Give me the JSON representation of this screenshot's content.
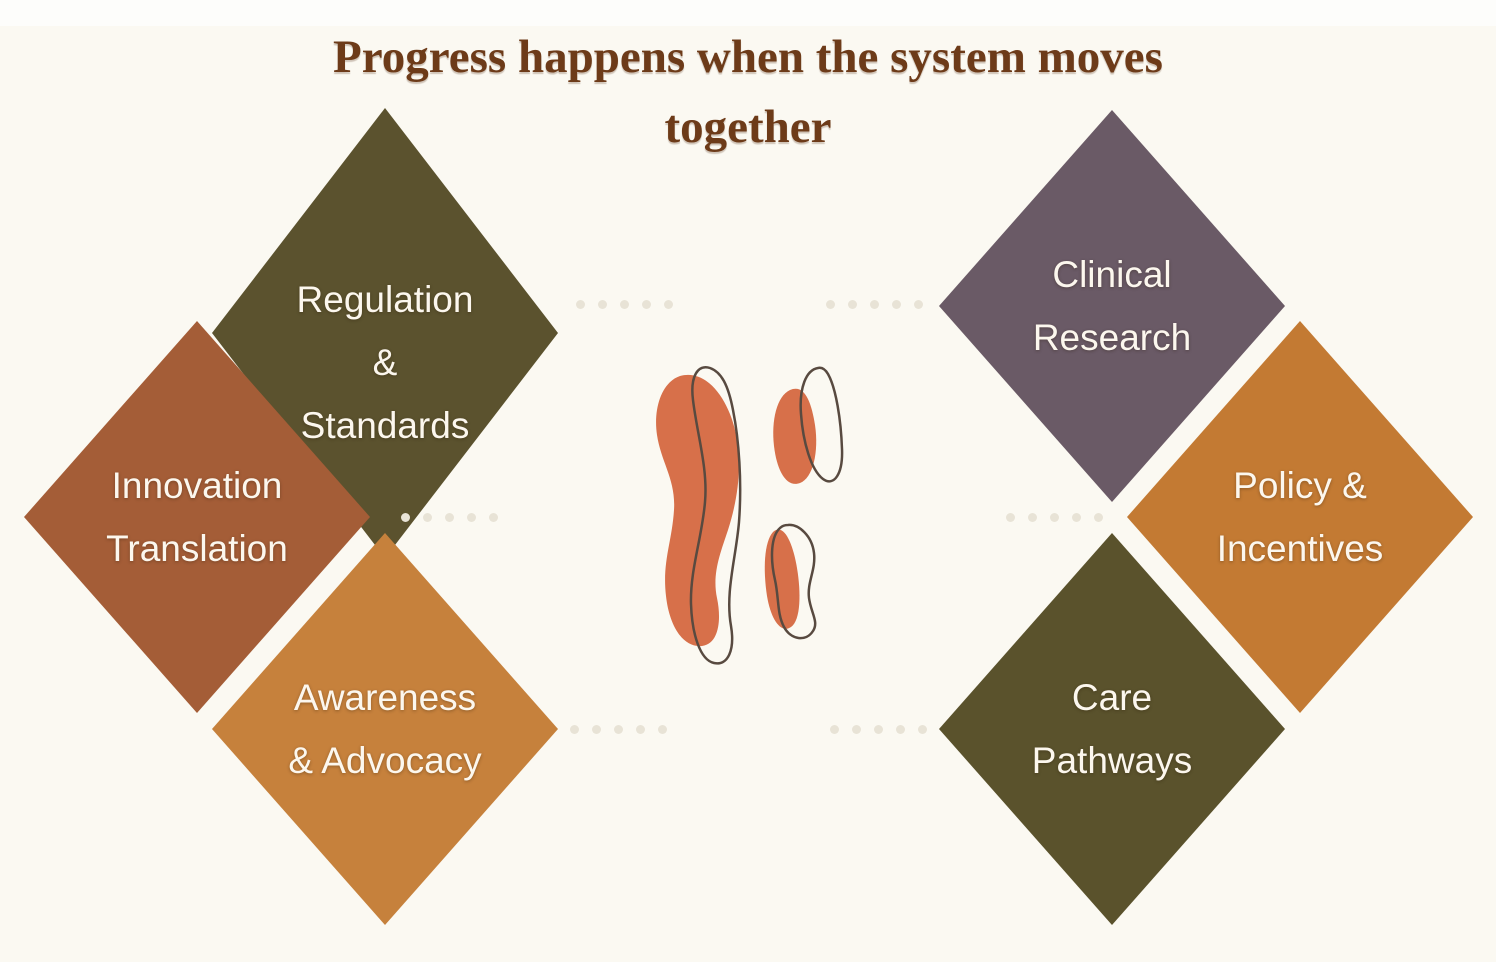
{
  "title": {
    "line1": "Progress happens when the system moves",
    "line2": "together",
    "color": "#6d3b19"
  },
  "background_color": "#fbf9f2",
  "diamonds": [
    {
      "name": "regulation-standards",
      "lines": [
        "Regulation",
        "&",
        "Standards"
      ],
      "color": "#5b522e",
      "text_color": "#fcf7ee"
    },
    {
      "name": "innovation-translation",
      "lines": [
        "Innovation",
        "Translation"
      ],
      "color": "#a45d37",
      "text_color": "#fcf7ee"
    },
    {
      "name": "awareness-advocacy",
      "lines": [
        "Awareness",
        "& Advocacy"
      ],
      "color": "#c6813c",
      "text_color": "#fcf7ee"
    },
    {
      "name": "clinical-research",
      "lines": [
        "Clinical",
        "Research"
      ],
      "color": "#6a5a66",
      "text_color": "#ffffff"
    },
    {
      "name": "policy-incentives",
      "lines": [
        "Policy &",
        "Incentives"
      ],
      "color": "#c37a33",
      "text_color": "#fcf7ee"
    },
    {
      "name": "care-pathways",
      "lines": [
        "Care",
        "Pathways"
      ],
      "color": "#5a522c",
      "text_color": "#ffffff"
    }
  ],
  "illustration": {
    "name": "abstract-chromosome",
    "fill_color": "#d7704a",
    "outline_color": "#584a40"
  },
  "connectors": {
    "dot_color": "#e8e3d6",
    "dots_per_line": 5,
    "lines": 6
  }
}
